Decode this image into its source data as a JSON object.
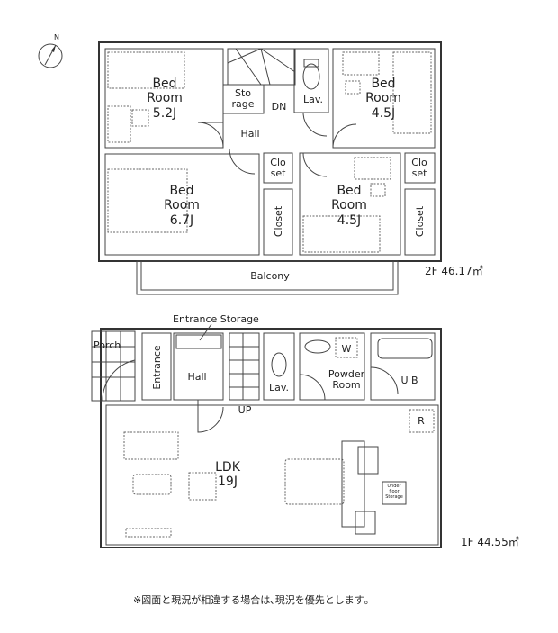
{
  "compass": {
    "north": "N"
  },
  "floor2": {
    "area_label": "2F 46.17㎡",
    "rooms": {
      "bed_a": [
        "Bed",
        "Room",
        "5.2J"
      ],
      "bed_b": [
        "Bed",
        "Room",
        "4.5J"
      ],
      "bed_c": [
        "Bed",
        "Room",
        "6.7J"
      ],
      "bed_d": [
        "Bed",
        "Room",
        "4.5J"
      ],
      "storage": [
        "Sto",
        "rage"
      ],
      "lav": "Lav.",
      "dn": "DN",
      "hall": "Hall",
      "closet_small_1": [
        "Clo",
        "set"
      ],
      "closet_small_2": [
        "Clo",
        "set"
      ],
      "closet_1": "Closet",
      "closet_2": "Closet",
      "balcony": "Balcony"
    }
  },
  "floor1": {
    "area_label": "1F 44.55㎡",
    "rooms": {
      "entrance_storage": "Entrance Storage",
      "porch": "Porch",
      "entrance": "Entrance",
      "hall": "Hall",
      "up": "UP",
      "lav": "Lav.",
      "powder": [
        "Powder",
        "Room"
      ],
      "ub": "U B",
      "w": "W",
      "r": "R",
      "ldk": [
        "LDK",
        "19J"
      ],
      "underfloor": [
        "Under",
        "floor",
        "Storage"
      ]
    }
  },
  "note": "※図面と現況が相違する場合は､現況を優先とします｡"
}
